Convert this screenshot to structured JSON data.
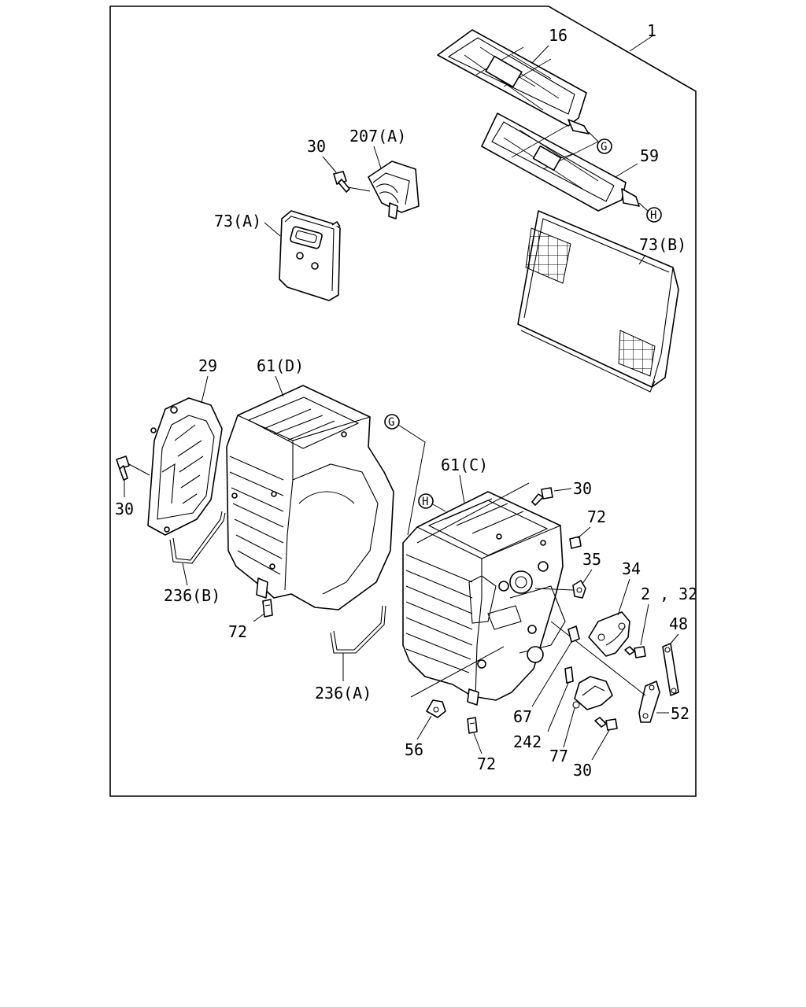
{
  "diagram": {
    "callouts": {
      "c1": "1",
      "c16": "16",
      "c59": "59",
      "c30a": "30",
      "c207a": "207(A)",
      "c73a": "73(A)",
      "c73b": "73(B)",
      "c29": "29",
      "c61d": "61(D)",
      "c30b": "30",
      "c236b": "236(B)",
      "c72a": "72",
      "c236a": "236(A)",
      "c61c": "61(C)",
      "c30c": "30",
      "c72b": "72",
      "c35": "35",
      "c34": "34",
      "c2_32": "2 , 32",
      "c48": "48",
      "c52": "52",
      "c67": "67",
      "c242": "242",
      "c77": "77",
      "c30d": "30",
      "c56": "56",
      "c72c": "72"
    },
    "markers": {
      "g_top": "G",
      "h_top": "H",
      "g_mid": "G",
      "h_mid": "H"
    }
  }
}
